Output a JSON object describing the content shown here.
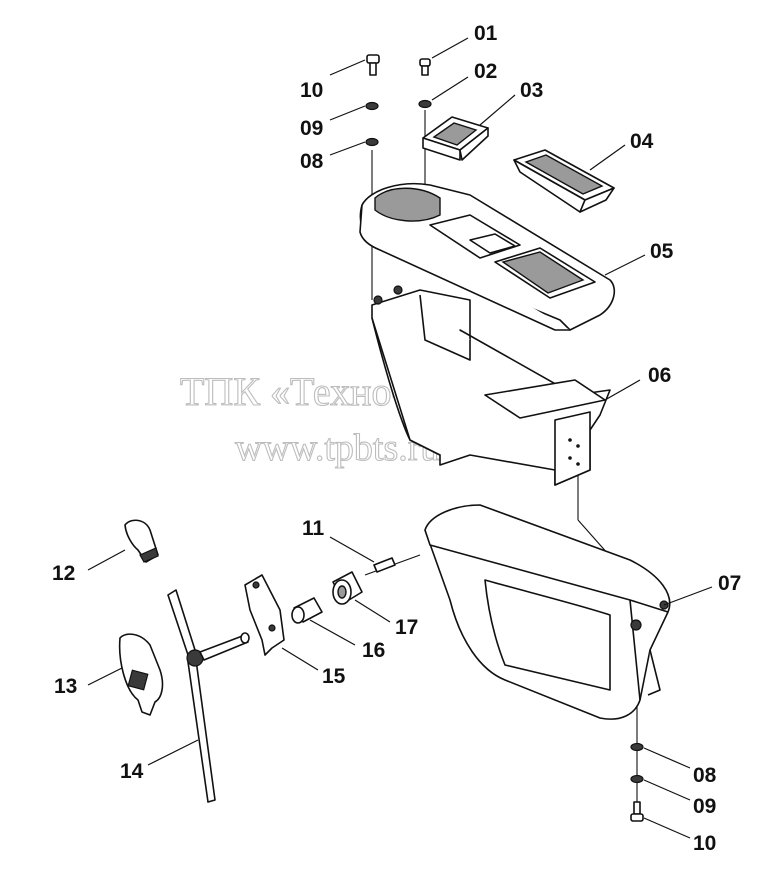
{
  "watermark": {
    "line1": "ТПК «Техно-Сиб»",
    "line2": "www.tpbts.ru"
  },
  "part_labels": [
    {
      "id": "01",
      "text": "01"
    },
    {
      "id": "02",
      "text": "02"
    },
    {
      "id": "03",
      "text": "03"
    },
    {
      "id": "04",
      "text": "04"
    },
    {
      "id": "05",
      "text": "05"
    },
    {
      "id": "06",
      "text": "06"
    },
    {
      "id": "07",
      "text": "07"
    },
    {
      "id": "08-top",
      "text": "08"
    },
    {
      "id": "08-bottom",
      "text": "08"
    },
    {
      "id": "09-top",
      "text": "09"
    },
    {
      "id": "09-bottom",
      "text": "09"
    },
    {
      "id": "10-top",
      "text": "10"
    },
    {
      "id": "10-bottom",
      "text": "10"
    },
    {
      "id": "11",
      "text": "11"
    },
    {
      "id": "12",
      "text": "12"
    },
    {
      "id": "13",
      "text": "13"
    },
    {
      "id": "14",
      "text": "14"
    },
    {
      "id": "15",
      "text": "15"
    },
    {
      "id": "16",
      "text": "16"
    },
    {
      "id": "17",
      "text": "17"
    }
  ]
}
